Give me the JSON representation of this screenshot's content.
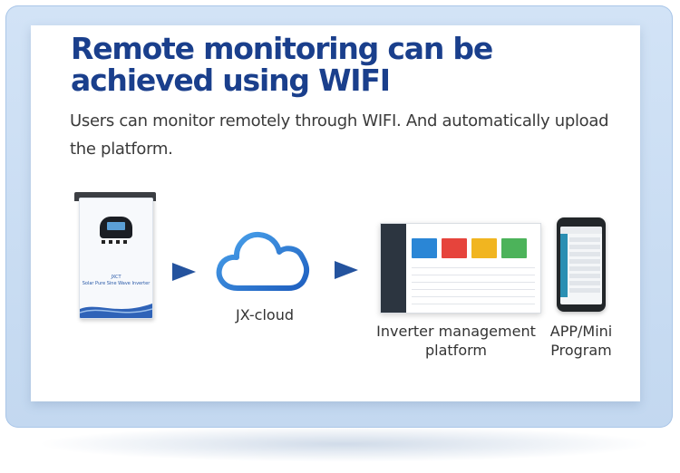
{
  "header": {
    "title": "Remote monitoring can be achieved using WIFI",
    "subtitle": "Users can monitor remotely through WIFI. And automatically upload the platform."
  },
  "flow": {
    "cloud_label": "JX-cloud",
    "platform_label": "Inverter management platform",
    "app_label": "APP/Mini Program",
    "inverter_brand": "JXCT",
    "inverter_model": "Solar Pure Sine Wave Inverter"
  },
  "colors": {
    "title": "#1a3f8c",
    "accent_blue": "#24539e",
    "cloud": "#2f7fd6",
    "frame": "#c9dcf2"
  },
  "icons": {
    "cloud": "cloud-icon",
    "arrow": "arrow-right-icon"
  }
}
